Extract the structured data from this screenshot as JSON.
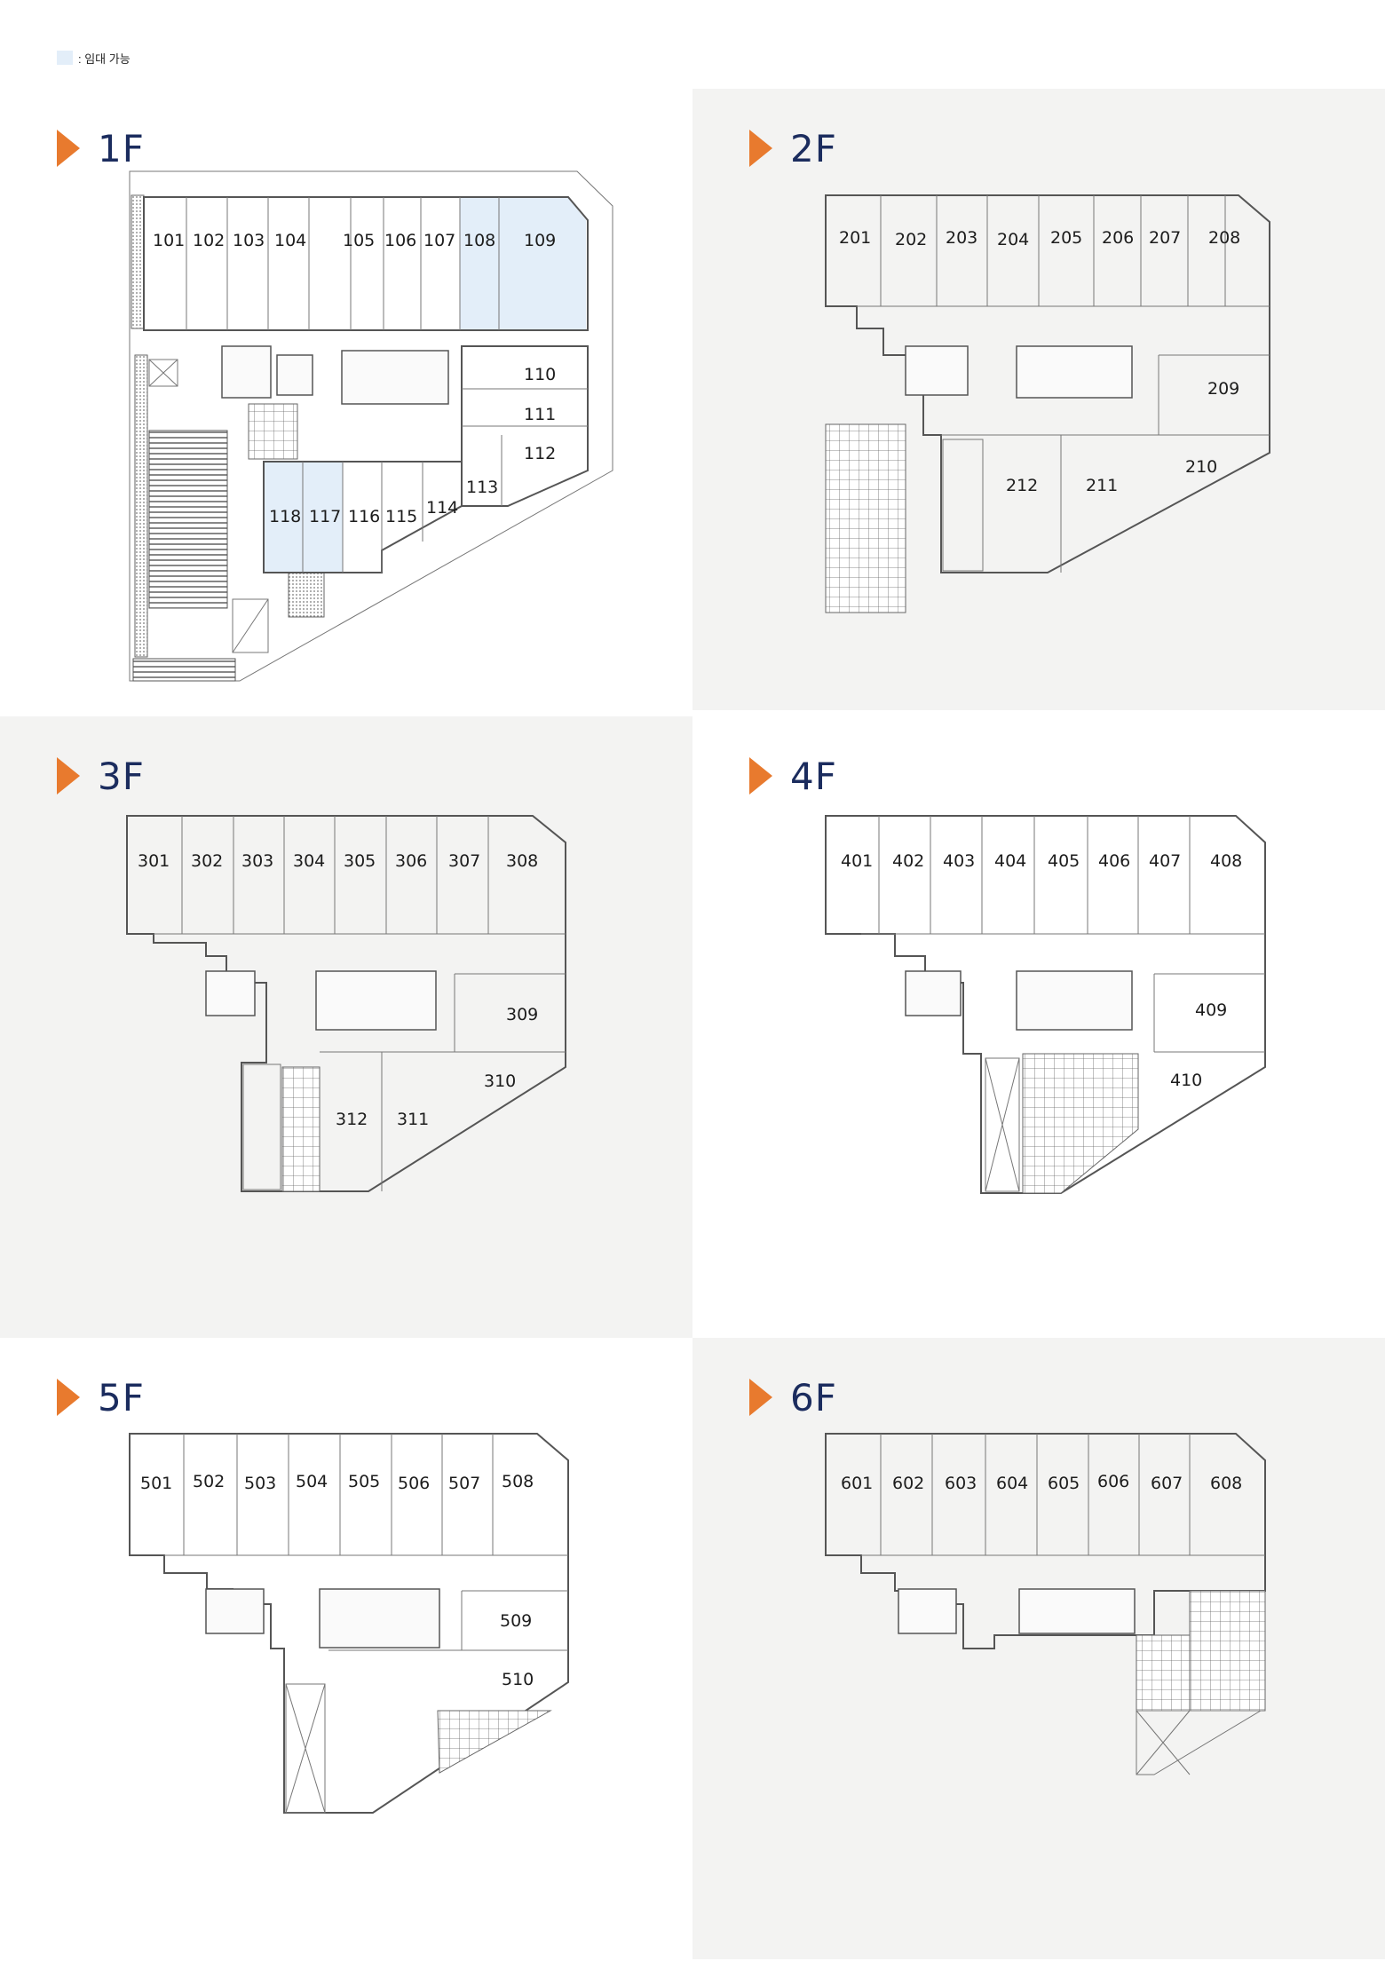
{
  "legend": {
    "swatch_color": "#e3eef9",
    "label": ": 임대 가능"
  },
  "colors": {
    "arrow": "#e87a2e",
    "title": "#1b2c5e",
    "available": "#e3eef9",
    "panel_gray": "#f3f3f2"
  },
  "floors": [
    {
      "title": "1F",
      "available_units": [
        "108",
        "109",
        "117",
        "118"
      ],
      "units": [
        "101",
        "102",
        "103",
        "104",
        "105",
        "106",
        "107",
        "108",
        "109",
        "110",
        "111",
        "112",
        "113",
        "114",
        "115",
        "116",
        "117",
        "118"
      ]
    },
    {
      "title": "2F",
      "available_units": [],
      "units": [
        "201",
        "202",
        "203",
        "204",
        "205",
        "206",
        "207",
        "208",
        "209",
        "210",
        "211",
        "212"
      ]
    },
    {
      "title": "3F",
      "available_units": [],
      "units": [
        "301",
        "302",
        "303",
        "304",
        "305",
        "306",
        "307",
        "308",
        "309",
        "310",
        "311",
        "312"
      ]
    },
    {
      "title": "4F",
      "available_units": [],
      "units": [
        "401",
        "402",
        "403",
        "404",
        "405",
        "406",
        "407",
        "408",
        "409",
        "410"
      ]
    },
    {
      "title": "5F",
      "available_units": [],
      "units": [
        "501",
        "502",
        "503",
        "504",
        "505",
        "506",
        "507",
        "508",
        "509",
        "510"
      ]
    },
    {
      "title": "6F",
      "available_units": [],
      "units": [
        "601",
        "602",
        "603",
        "604",
        "605",
        "606",
        "607",
        "608"
      ]
    }
  ]
}
